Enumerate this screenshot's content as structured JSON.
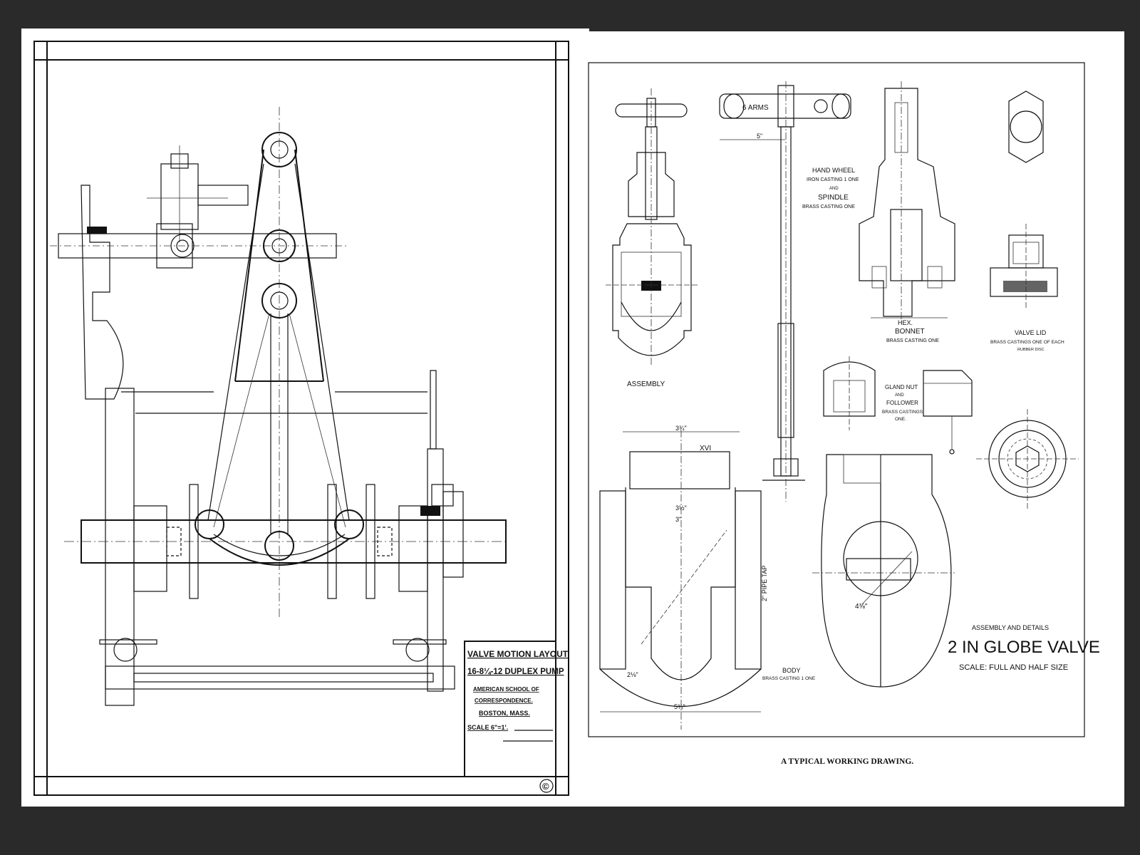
{
  "left_drawing": {
    "title_block": {
      "line1": "VALVE MOTION LAYOUT",
      "line2": "16-8¼-12 DUPLEX PUMP",
      "line3": "AMERICAN SCHOOL OF",
      "line4": "CORRESPONDENCE.",
      "line5": "BOSTON, MASS.",
      "scale": "SCALE 6\"=1'."
    },
    "copyright_mark": "©"
  },
  "right_drawing": {
    "labels": {
      "six_arms": "6 ARMS",
      "five_in": "5\"",
      "hand_wheel": "HAND WHEEL",
      "hand_wheel_sub": "IRON CASTING 1 ONE",
      "and1": "AND",
      "spindle": "SPINDLE",
      "spindle_sub": "BRASS CASTING ONE",
      "assembly": "ASSEMBLY",
      "hex": "HEX.",
      "bonnet": "BONNET",
      "bonnet_sub": "BRASS CASTING ONE",
      "valve_lid": "VALVE LID",
      "valve_lid_sub": "BRASS CASTINGS ONE OF EACH",
      "valve_lid_sub2": "RUBBER DISC",
      "gland_nut": "GLAND NUT",
      "and2": "AND",
      "follower": "FOLLOWER",
      "gland_sub": "BRASS CASTINGS",
      "gland_sub2": "ONE.",
      "xvi": "XVI",
      "pipe_tap": "2\" PIPE TAP",
      "body": "BODY",
      "body_sub": "BRASS CASTING 1 ONE",
      "dim_3_3_4": "3¾\"",
      "dim_3_1_2": "3½\"",
      "dim_3": "3\"",
      "dim_5_3_4": "5¾\"",
      "dim_2_1_8": "2⅛\"",
      "dim_4_3_8": "4⅜\""
    },
    "assembly_and_details": "ASSEMBLY AND DETAILS",
    "main_title": "2 IN GLOBE VALVE",
    "scale": "SCALE: FULL AND HALF SIZE",
    "caption": "A TYPICAL WORKING DRAWING."
  }
}
